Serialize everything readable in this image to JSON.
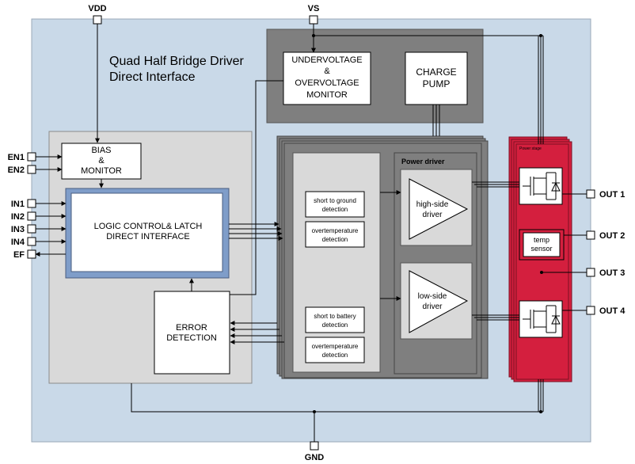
{
  "title": {
    "line1": "Quad Half Bridge Driver",
    "line2": "Direct Interface"
  },
  "pins": {
    "vdd": "VDD",
    "vs": "VS",
    "gnd": "GND",
    "en1": "EN1",
    "en2": "EN2",
    "in1": "IN1",
    "in2": "IN2",
    "in3": "IN3",
    "in4": "IN4",
    "ef": "EF",
    "out1": "OUT 1",
    "out2": "OUT 2",
    "out3": "OUT 3",
    "out4": "OUT 4"
  },
  "blocks": {
    "bias": {
      "line1": "BIAS",
      "line2": "&",
      "line3": "MONITOR"
    },
    "logic": {
      "line1": "LOGIC CONTROL& LATCH",
      "line2": "DIRECT INTERFACE"
    },
    "error": {
      "line1": "ERROR",
      "line2": "DETECTION"
    },
    "uvov": {
      "line1": "UNDERVOLTAGE",
      "line2": "&",
      "line3": "OVERVOLTAGE",
      "line4": "MONITOR"
    },
    "charge_pump": {
      "line1": "CHARGE",
      "line2": "PUMP"
    },
    "power_driver": {
      "title": "Power driver"
    },
    "high_side": {
      "line1": "high-side",
      "line2": "driver"
    },
    "low_side": {
      "line1": "low-side",
      "line2": "driver"
    },
    "short_gnd": {
      "line1": "short to ground",
      "line2": "detection"
    },
    "overtemp_1": {
      "line1": "overtemperature",
      "line2": "detection"
    },
    "short_bat": {
      "line1": "short to battery",
      "line2": "detection"
    },
    "overtemp_2": {
      "line1": "overtemperature",
      "line2": "detection"
    },
    "power_stage": {
      "title": "Power stage"
    },
    "temp_sensor": {
      "line1": "temp",
      "line2": "sensor"
    }
  },
  "colors": {
    "chip_bg": "#c9d9e8",
    "logic_border": "#7f9dc9",
    "dark_block": "#7f7f7f",
    "light_block": "#d9d9d9",
    "power_stage": "#d41f3e"
  }
}
